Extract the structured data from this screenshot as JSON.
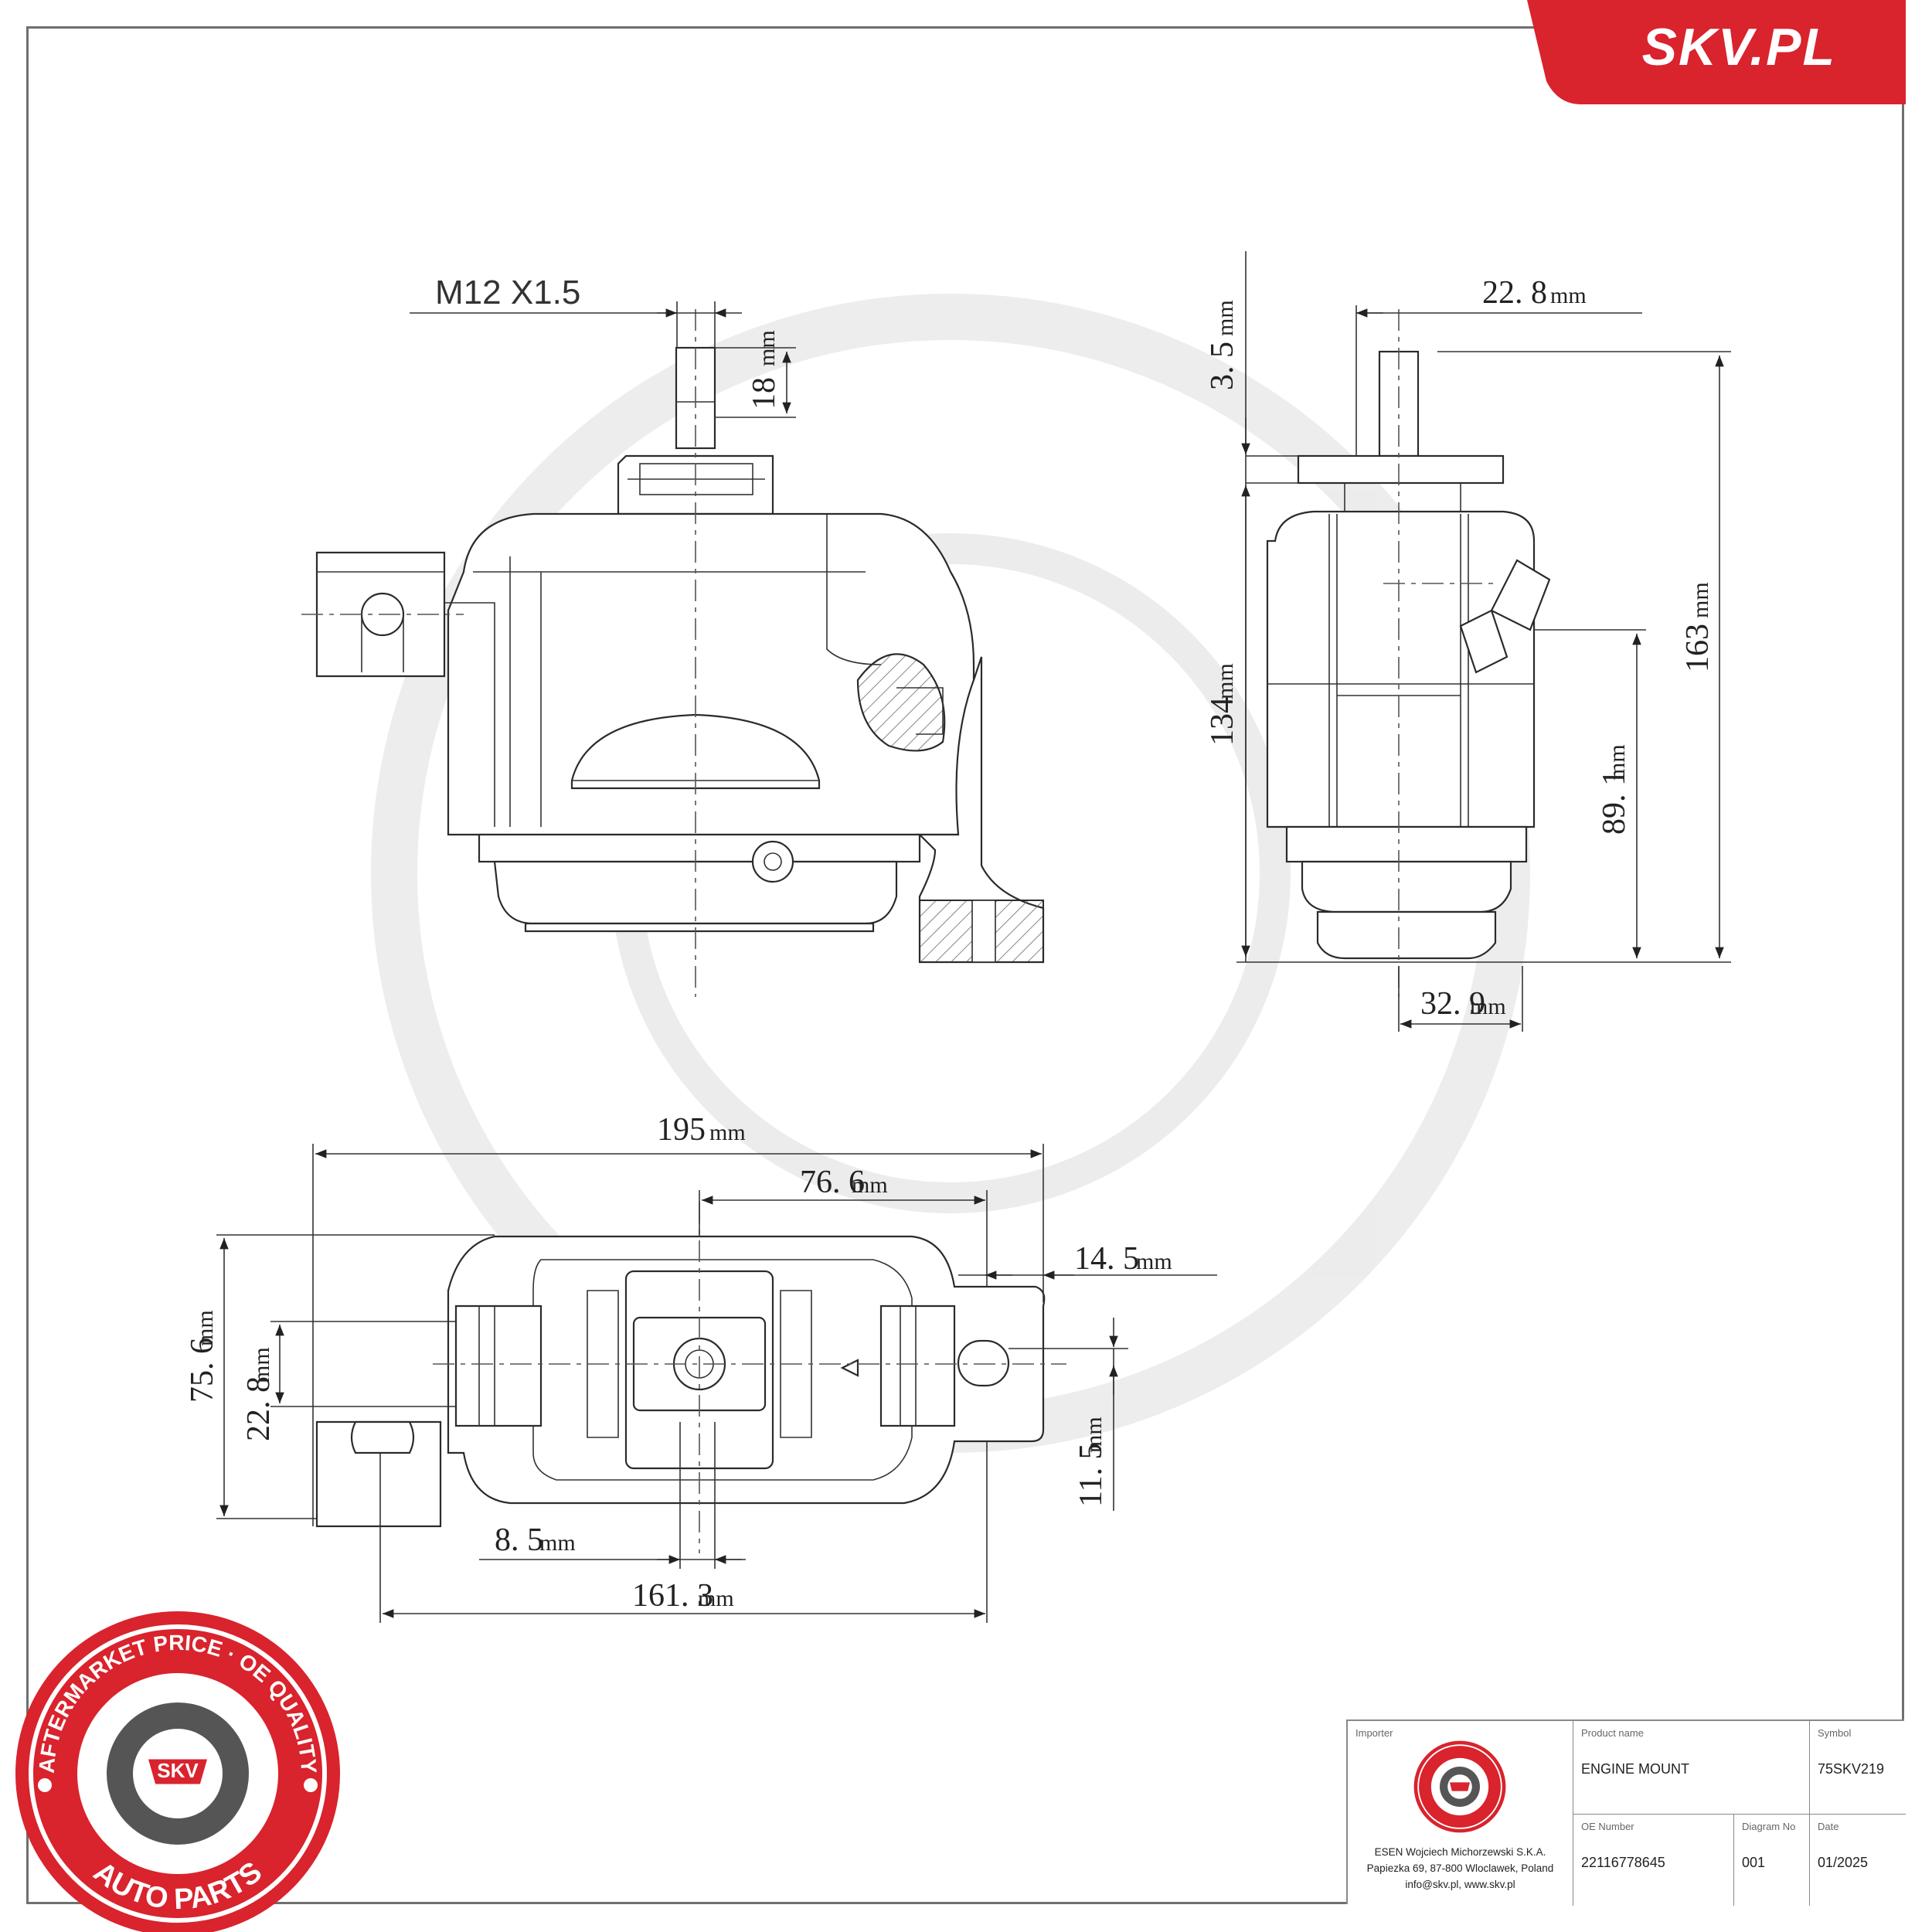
{
  "brand": {
    "name": "SKV.PL",
    "color": "#d9232d"
  },
  "seal": {
    "top_text": "AFTERMARKET PRICE · OE QUALITY",
    "bottom_text": "AUTO PARTS",
    "center_text": "SKV",
    "color": "#d9232d"
  },
  "dimensions": {
    "thread": "M12  X1.5",
    "d_18": "18",
    "d_22_8_top": "22. 8",
    "d_3_5": "3. 5",
    "d_163": "163",
    "d_134": "134",
    "d_89_1": "89. 1",
    "d_32_9": "32. 9",
    "d_195": "195",
    "d_76_6": "76. 6",
    "d_14_5": "14. 5",
    "d_75_6": "75. 6",
    "d_22_8_side": "22. 8",
    "d_11_5": "11. 5",
    "d_8_5": "8. 5",
    "d_161_3": "161. 3",
    "unit": "mm"
  },
  "title_block": {
    "importer_label": "Importer",
    "importer_name": "ESEN Wojciech Michorzewski S.K.A.",
    "importer_address": "Papiezka 69, 87-800 Wloclawek, Poland",
    "importer_contact": "info@skv.pl, www.skv.pl",
    "product_label": "Product name",
    "product_value": "ENGINE MOUNT",
    "symbol_label": "Symbol",
    "symbol_value": "75SKV219",
    "oe_label": "OE Number",
    "oe_value": "22116778645",
    "diagram_label": "Diagram No",
    "diagram_value": "001",
    "date_label": "Date",
    "date_value": "01/2025"
  }
}
